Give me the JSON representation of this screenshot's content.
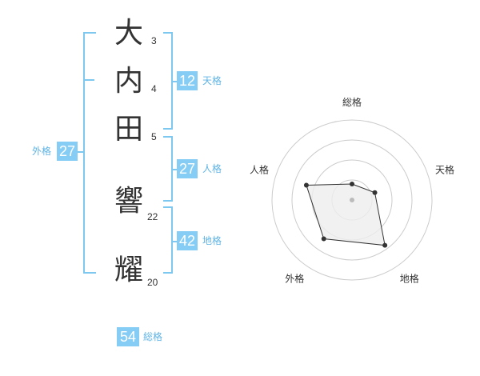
{
  "name": {
    "characters": [
      {
        "char": "大",
        "strokes": "3"
      },
      {
        "char": "内",
        "strokes": "4"
      },
      {
        "char": "田",
        "strokes": "5"
      },
      {
        "char": "響",
        "strokes": "22"
      },
      {
        "char": "耀",
        "strokes": "20"
      }
    ]
  },
  "fortunes": {
    "tenkaku": {
      "value": "12",
      "label": "天格"
    },
    "jinkaku": {
      "value": "27",
      "label": "人格"
    },
    "chikaku": {
      "value": "42",
      "label": "地格"
    },
    "gaikaku": {
      "value": "27",
      "label": "外格"
    },
    "soukaku": {
      "value": "54",
      "label": "総格"
    }
  },
  "radar": {
    "axes": [
      "総格",
      "天格",
      "地格",
      "外格",
      "人格"
    ],
    "levels": 4,
    "values": [
      0.2,
      0.3,
      0.7,
      0.6,
      0.6
    ],
    "colors": {
      "ring": "#cccccc",
      "fill": "#eeeeee",
      "stroke": "#333333",
      "point": "#333333",
      "center": "#bbbbbb"
    }
  },
  "colors": {
    "accent": "#86cdf5",
    "bracket": "#7ec8f0",
    "text": "#333333"
  }
}
